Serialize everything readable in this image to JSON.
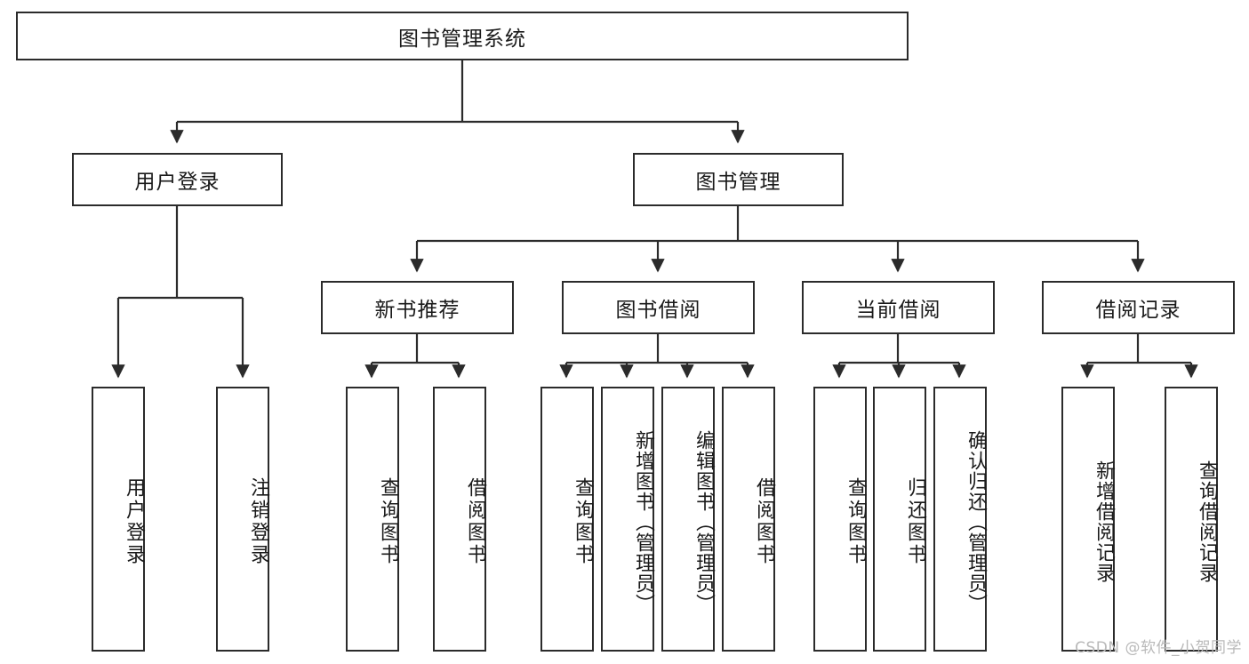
{
  "diagram": {
    "type": "tree",
    "title": "图书管理系统",
    "watermark": "CSDN @软件_小贺同学",
    "stroke_color": "#2b2b2b",
    "background_color": "#ffffff",
    "text_color": "#1a1a1a",
    "nodes": {
      "root": "图书管理系统",
      "level2": {
        "user_login": "用户登录",
        "book_manage": "图书管理"
      },
      "level3": {
        "new_book_rec": "新书推荐",
        "book_borrow": "图书借阅",
        "current_borrow": "当前借阅",
        "borrow_record": "借阅记录"
      },
      "leaves": {
        "user_login_1": "用户登录",
        "user_login_2": "注销登录",
        "new_book_rec_1": "查询图书",
        "new_book_rec_2": "借阅图书",
        "book_borrow_1": "查询图书",
        "book_borrow_2": "新增图书（管理员）",
        "book_borrow_3": "编辑图书（管理员）",
        "book_borrow_4": "借阅图书",
        "current_borrow_1": "查询图书",
        "current_borrow_2": "归还图书",
        "current_borrow_3": "确认归还（管理员）",
        "borrow_record_1": "新增借阅记录",
        "borrow_record_2": "查询借阅记录"
      }
    }
  }
}
